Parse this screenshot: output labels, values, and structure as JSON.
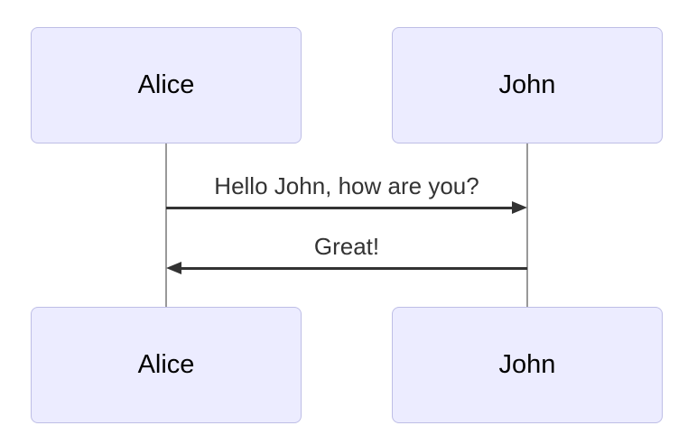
{
  "diagram": {
    "type": "sequence-diagram",
    "actors": [
      {
        "id": "alice",
        "label": "Alice"
      },
      {
        "id": "john",
        "label": "John"
      }
    ],
    "messages": [
      {
        "from": "alice",
        "to": "john",
        "text": "Hello John, how are you?",
        "direction": "right",
        "line_style": "solid",
        "arrowhead": "filled-triangle"
      },
      {
        "from": "john",
        "to": "alice",
        "text": "Great!",
        "direction": "left",
        "line_style": "solid",
        "arrowhead": "filled-triangle"
      }
    ],
    "colors": {
      "background": "#ffffff",
      "actor_fill": "#ECECFF",
      "actor_border": "#BEBEE6",
      "actor_text": "#000000",
      "lifeline": "#999999",
      "message_line": "#333333",
      "message_text": "#333333"
    }
  }
}
